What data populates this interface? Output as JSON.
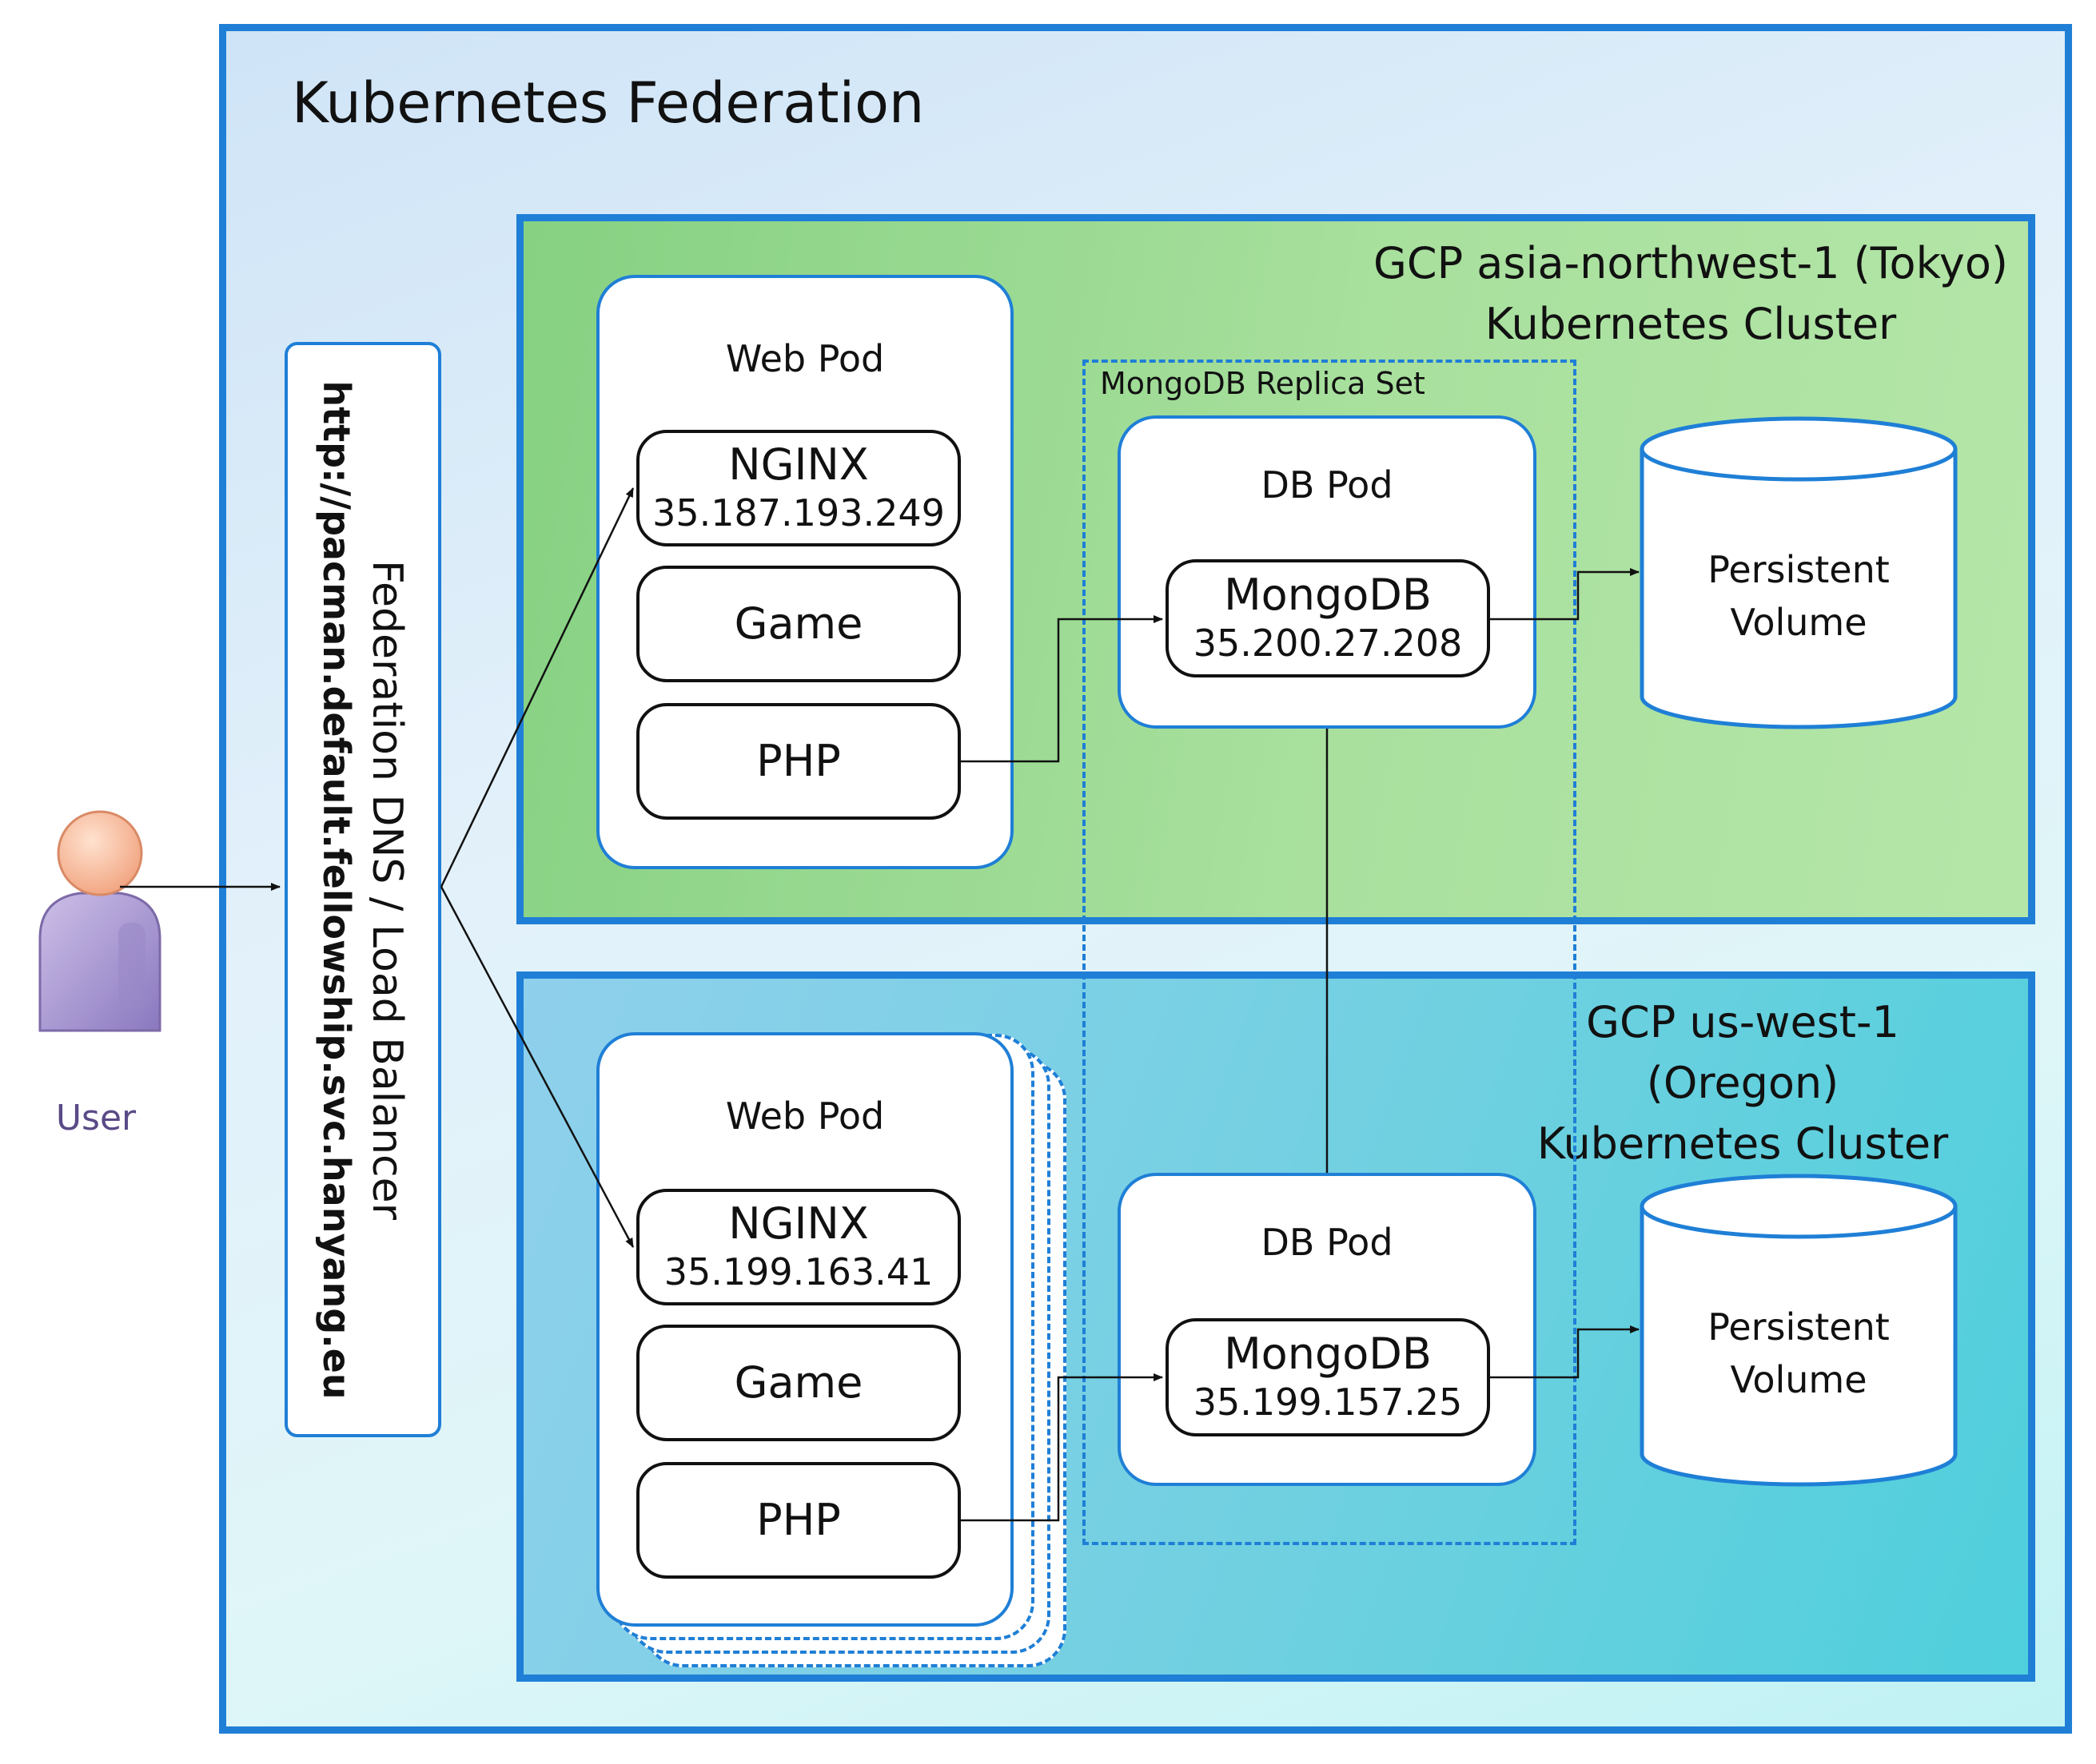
{
  "federation": {
    "title": "Kubernetes Federation"
  },
  "load_balancer": {
    "title": "Federation DNS / Load Balancer",
    "url": "http://pacman.default.fellowship.svc.hanyang.eu"
  },
  "user": {
    "label": "User"
  },
  "replica_set": {
    "label": "MongoDB Replica Set"
  },
  "clusters": [
    {
      "title_line1": "GCP asia-northwest-1 (Tokyo)",
      "title_line2": "Kubernetes Cluster",
      "web_pod": {
        "label": "Web Pod",
        "nginx": "NGINX",
        "nginx_ip": "35.187.193.249",
        "game": "Game",
        "php": "PHP"
      },
      "db_pod": {
        "label": "DB Pod",
        "mongodb": "MongoDB",
        "mongodb_ip": "35.200.27.208"
      },
      "volume": {
        "line1": "Persistent",
        "line2": "Volume"
      }
    },
    {
      "title_line1": "GCP us-west-1 (Oregon)",
      "title_line2": "Kubernetes Cluster",
      "web_pod": {
        "label": "Web Pod",
        "nginx": "NGINX",
        "nginx_ip": "35.199.163.41",
        "game": "Game",
        "php": "PHP"
      },
      "db_pod": {
        "label": "DB Pod",
        "mongodb": "MongoDB",
        "mongodb_ip": "35.199.157.25"
      },
      "volume": {
        "line1": "Persistent",
        "line2": "Volume"
      }
    }
  ],
  "colors": {
    "frame_blue": "#1f7fd6",
    "tokyo_green": "#a9e09e",
    "oregon_teal": "#6fd0e0",
    "user_purple": "#5a4a86"
  },
  "icons": [
    "user-icon",
    "cylinder-volume-icon"
  ]
}
